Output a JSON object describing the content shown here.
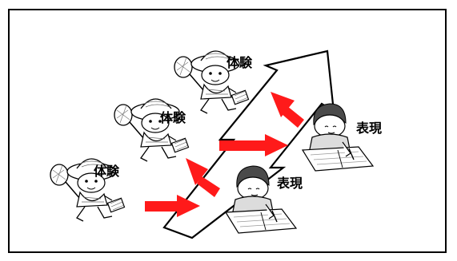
{
  "diagram": {
    "labels": {
      "experience": "体験",
      "expression": "表現"
    },
    "colors": {
      "arrow": "#ff1a1a",
      "outline": "#000000",
      "background": "#ffffff"
    },
    "illustrations": [
      {
        "role": "experience",
        "icon": "child-with-bug-net"
      },
      {
        "role": "experience",
        "icon": "child-with-bug-net"
      },
      {
        "role": "experience",
        "icon": "child-with-bug-net"
      },
      {
        "role": "expression",
        "icon": "child-writing-at-desk"
      },
      {
        "role": "expression",
        "icon": "child-writing-at-desk"
      }
    ]
  }
}
